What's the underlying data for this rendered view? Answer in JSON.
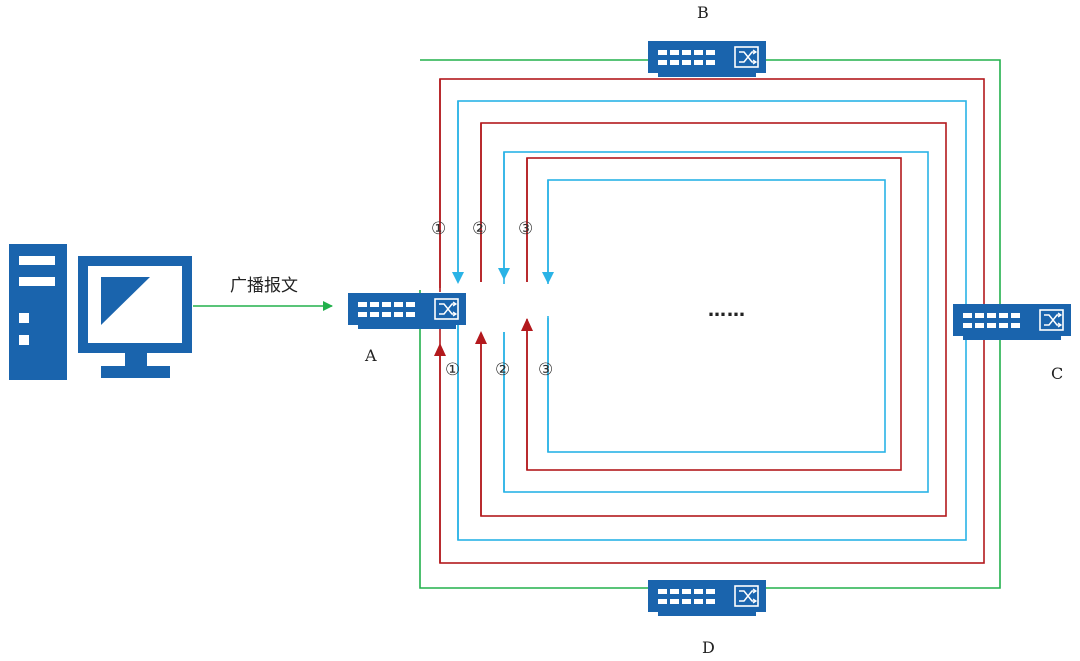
{
  "labels": {
    "a": "A",
    "b": "B",
    "c": "C",
    "d": "D",
    "broadcast": "广播报文",
    "ellipsis": "……"
  },
  "loop_numbers": {
    "top": [
      "①",
      "②",
      "③"
    ],
    "bottom": [
      "①",
      "②",
      "③"
    ]
  },
  "colors": {
    "device": "#1a64ad",
    "green": "#22b14c",
    "red": "#b3191d",
    "blue": "#2ab3e6"
  },
  "icons": {
    "computer": "desktop-computer-icon",
    "switch": "network-switch-icon"
  }
}
